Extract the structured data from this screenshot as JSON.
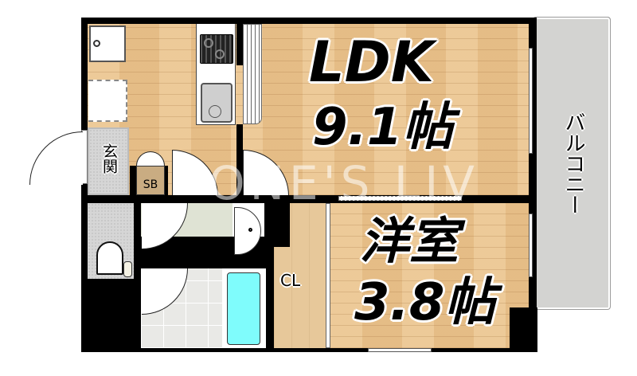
{
  "floor_plan": {
    "rooms": {
      "ldk": {
        "name": "LDK",
        "size": "9.1帖"
      },
      "western_room": {
        "name": "洋室",
        "size": "3.8帖"
      },
      "entrance": {
        "name": "玄関"
      },
      "shoe_box": {
        "name": "SB"
      },
      "closet": {
        "name": "CL"
      },
      "balcony": {
        "name": "バルコニー"
      }
    },
    "watermark": "ONE'S LIV",
    "colors": {
      "floor_wood": "#e9c28c",
      "wall": "#000000",
      "bathtub": "#7ffcfc",
      "balcony": "#d3d3d1",
      "washroom": "#dfe3d4"
    }
  }
}
